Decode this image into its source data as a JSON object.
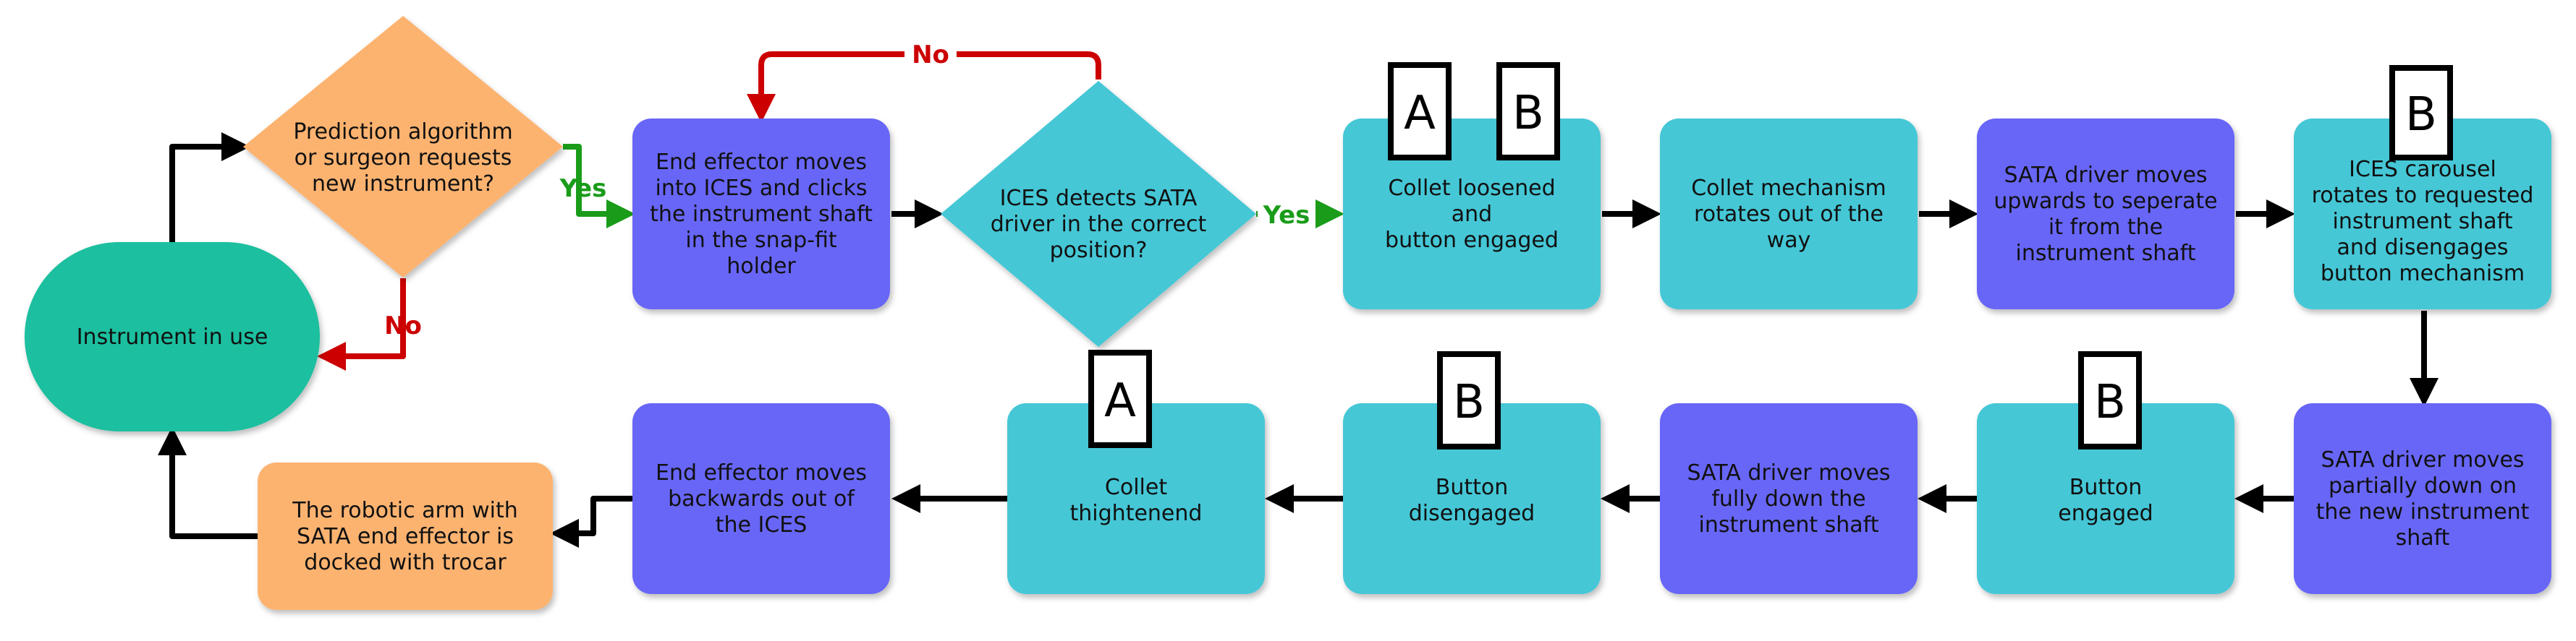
{
  "colors": {
    "teal_green": "#1fbf9f",
    "orange": "#fdb36f",
    "purple": "#6866f7",
    "cyan": "#45c7d6",
    "arrow_black": "#000000",
    "arrow_red": "#cc0000",
    "arrow_green": "#1a9c1a"
  },
  "nodes": {
    "in_use": {
      "text": [
        "Instrument in use"
      ]
    },
    "prediction": {
      "text": [
        "Prediction algorithm",
        "or surgeon requests",
        "new instrument?"
      ]
    },
    "move_into": {
      "text": [
        "End effector moves",
        "into ICES and clicks",
        "the instrument shaft",
        "in the snap-fit",
        "holder"
      ]
    },
    "detect": {
      "text": [
        "ICES detects SATA",
        "driver in the correct",
        "position?"
      ]
    },
    "loosen": {
      "text": [
        "Collet loosened",
        "and",
        "button engaged"
      ]
    },
    "rotate_collet": {
      "text": [
        "Collet mechanism",
        "rotates out of the",
        "way"
      ]
    },
    "driver_up": {
      "text": [
        "SATA driver moves",
        "upwards to seperate",
        "it from the",
        "instrument shaft"
      ]
    },
    "carousel": {
      "text": [
        "ICES carousel",
        "rotates to requested",
        "instrument shaft",
        "and disengages",
        "button mechanism"
      ]
    },
    "partial_down": {
      "text": [
        "SATA driver moves",
        "partially down on",
        "the new instrument",
        "shaft"
      ]
    },
    "btn_engaged": {
      "text": [
        "Button",
        "engaged"
      ]
    },
    "full_down": {
      "text": [
        "SATA driver moves",
        "fully down the",
        "instrument shaft"
      ]
    },
    "btn_disengaged": {
      "text": [
        "Button",
        "disengaged"
      ]
    },
    "collet_tight": {
      "text": [
        "Collet",
        "thightenend"
      ]
    },
    "move_back": {
      "text": [
        "End effector moves",
        "backwards out of",
        "the ICES"
      ]
    },
    "docked": {
      "text": [
        "The robotic arm with",
        "SATA end effector is",
        "docked with trocar"
      ]
    }
  },
  "labels": {
    "yes": "Yes",
    "no": "No",
    "tag_a": "A",
    "tag_b": "B"
  }
}
